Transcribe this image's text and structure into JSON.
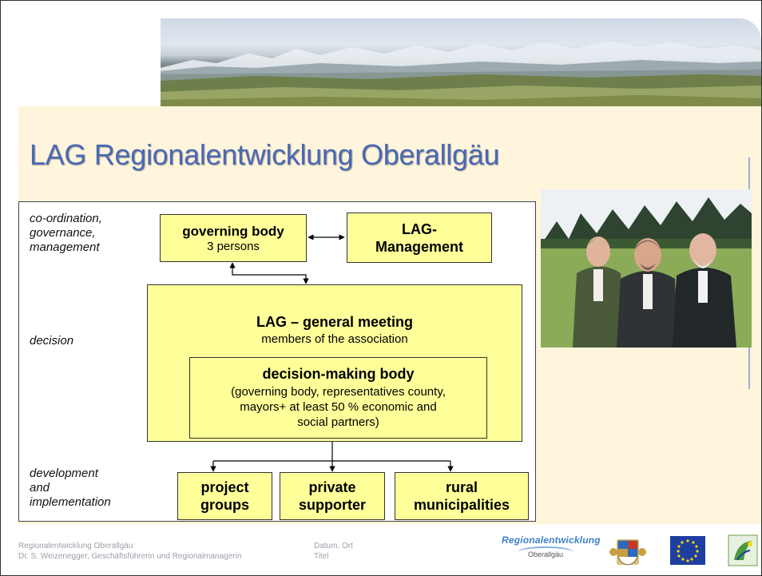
{
  "slide": {
    "title": "LAG Regionalentwicklung Oberallgäu"
  },
  "rows": {
    "row1_label": "co-ordination,\ngovernance,\nmanagement",
    "row2_label": "decision",
    "row3_label": "development\nand\nimplementation"
  },
  "boxes": {
    "governing_title": "governing body",
    "governing_sub": "3 persons",
    "lag_management": "LAG-\nManagement",
    "general_title": "LAG – general meeting",
    "general_sub": "members of the association",
    "decision_title": "decision-making body",
    "decision_sub": "(governing body, representatives county,\nmayors+ at least 50 % economic and\nsocial partners)",
    "project_groups": "project\ngroups",
    "private_supporter": "private\nsupporter",
    "rural_municipalities": "rural\nmunicipalities"
  },
  "footer": {
    "org": "Regionalentwicklung Oberallgäu",
    "author": "Dr. S. Weizenegger, Geschäftsführerin und Regionalmanagerin",
    "date_place": "Datum, Ort",
    "titel": "Titel",
    "logo_text": "Regionalentwicklung",
    "logo_sub": "Oberallgäu"
  },
  "colors": {
    "title": "#4a68b5",
    "box_fill": "#ffff99",
    "panel": "#fef5dc"
  }
}
